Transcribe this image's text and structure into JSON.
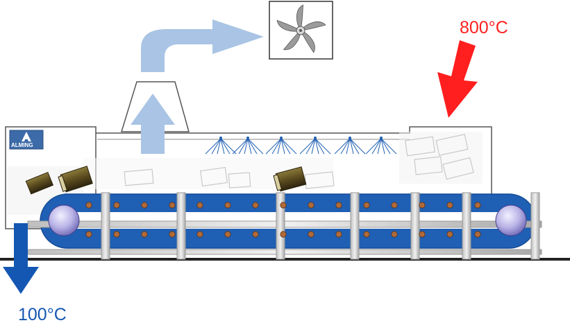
{
  "temperatures": {
    "entry": "800°C",
    "exit": "100°C"
  },
  "brand": {
    "name": "ALMING"
  },
  "colors": {
    "hot_arrow": "#ff1f1f",
    "cold_arrow": "#1457b3",
    "airflow": "#a9c4e4",
    "conveyor_belt": "#1f5fb4",
    "conveyor_roller": "#b06a3a",
    "furnace_outline": "#555555",
    "spray_nozzles": "#1f5fb4",
    "fan_blade": "#9b9b9b",
    "ground_line": "#222222"
  },
  "icons": {
    "fan": "fan-icon",
    "hot_arrow": "arrow-down-left-icon",
    "cold_arrow": "arrow-down-icon",
    "air_exhaust": "curved-arrow-right-icon"
  }
}
